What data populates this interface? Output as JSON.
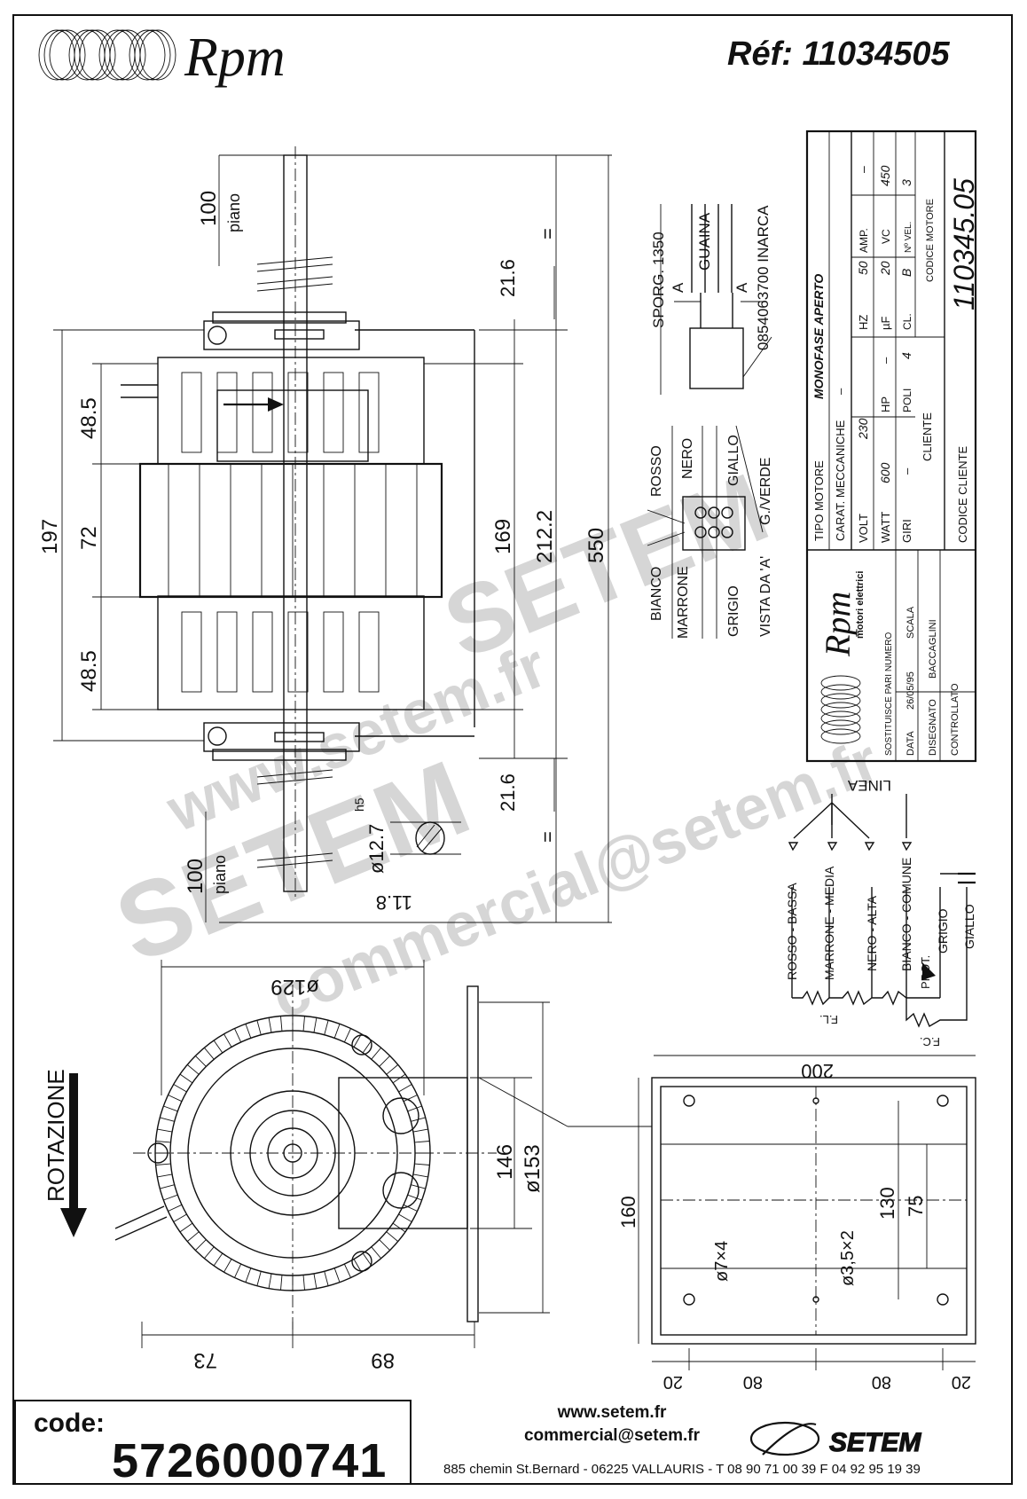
{
  "header": {
    "brand": "Rpm",
    "reference": "Réf:  11034505"
  },
  "dimensions": {
    "shaft_top": "100",
    "piano": "piano",
    "shaft_step_top": "21.6",
    "left_overall": "197",
    "upper_48": "48.5",
    "middle_72": "72",
    "lower_48": "48.5",
    "between_169": "169",
    "between_212": "212.2",
    "total_550": "550",
    "equal": "=",
    "shaft_step_bottom": "21.6",
    "shaft_bottom": "100",
    "shaft_dia": "ø12.7",
    "shaft_tol": "h5",
    "flat": "11.8",
    "diameter_129": "ø129",
    "height_146": "146",
    "diameter_153": "ø153",
    "bottom_73": "73",
    "bottom_89": "89",
    "plate_200": "200",
    "plate_160": "160",
    "plate_130": "130",
    "plate_75": "75",
    "hole_large": "ø7×4",
    "hole_small": "ø3,5×2",
    "plate_20_left": "20",
    "plate_80_left": "80",
    "plate_80_right": "80",
    "plate_20_right": "20"
  },
  "cable": {
    "sporg": "SPORG. 1350",
    "guaina": "GUAINA",
    "section_mark": "A",
    "part": "0854063700 INARCA"
  },
  "connector": {
    "rosso": "ROSSO",
    "nero": "NERO",
    "giallo": "GIALLO",
    "gverde": "G./VERDE",
    "bianco": "BIANCO",
    "marrone": "MARRONE",
    "grigio": "GRIGIO",
    "vista": "VISTA DA 'A'"
  },
  "wiring": {
    "linea": "LINEA",
    "bassa": "ROSSO - BASSA",
    "media": "MARRONE - MEDIA",
    "alta": "NERO - ALTA",
    "comune": "BIANCO - COMUNE",
    "prot": "PROT.",
    "grigio": "GRIGIO",
    "giallo": "GIALLO",
    "fl": "F.L.",
    "fc": "F.C."
  },
  "title_block": {
    "tipo_label": "TIPO MOTORE",
    "tipo_value": "MONOFASE APERTO",
    "carat_label": "CARAT. MECCANICHE",
    "carat_value": "–",
    "volt_label": "VOLT",
    "volt_value": "230",
    "hz_label": "HZ",
    "hz_value": "50",
    "amp_label": "AMP.",
    "amp_value": "–",
    "watt_label": "WATT",
    "watt_value": "600",
    "hp_label": "HP",
    "hp_value": "–",
    "uf_label": "µF",
    "uf_value": "20",
    "vc_label": "VC",
    "vc_value": "450",
    "giri_label": "GIRI",
    "giri_value": "–",
    "poli_label": "POLI",
    "poli_value": "4",
    "cl_label": "CL.",
    "cl_value": "B",
    "vel_label": "Nº VEL.",
    "vel_value": "3",
    "cliente_label": "CLIENTE",
    "codice_motore_label": "CODICE MOTORE",
    "codice_motore_value": "110345.05",
    "codice_cliente_label": "CODICE CLIENTE",
    "logo_text": "Rpm",
    "logo_sub": "motori elettrici",
    "sostituisce_label": "SOSTITUISCE PARI NUMERO",
    "data_label": "DATA",
    "data_value": "26/05/95",
    "scala_label": "SCALA",
    "disegnato_label": "DISEGNATO",
    "disegnato_value": "BACCAGLINI",
    "controllato_label": "CONTROLLATO"
  },
  "rotation": "ROTAZIONE",
  "watermark": {
    "line1": "www.setem.fr",
    "line2": "SETEM",
    "line3": "SETEM",
    "line4": "commercial@setem.fr"
  },
  "footer": {
    "code_label": "code:",
    "code_value": "5726000741",
    "web": "www.setem.fr",
    "mail": "commercial@setem.fr",
    "address": "885 chemin St.Bernard  -  06225 VALLAURIS  -  T 08 90 71 00 39   F 04 92 95 19 39",
    "brand": "SETEM"
  }
}
